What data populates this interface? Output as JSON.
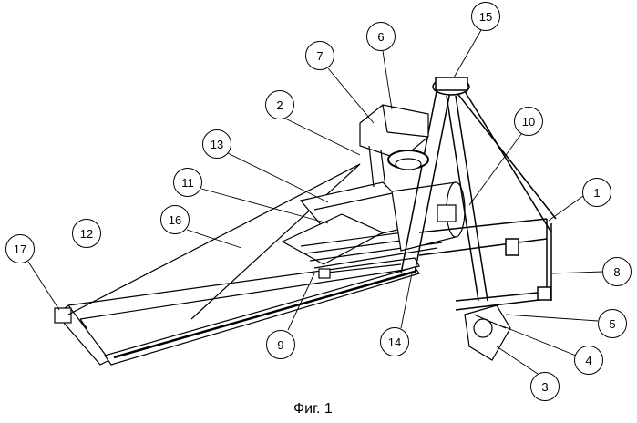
{
  "figure": {
    "caption": "Фиг. 1",
    "callouts": [
      {
        "id": "15",
        "label": "15"
      },
      {
        "id": "6",
        "label": "6"
      },
      {
        "id": "7",
        "label": "7"
      },
      {
        "id": "2",
        "label": "2"
      },
      {
        "id": "10",
        "label": "10"
      },
      {
        "id": "1",
        "label": "1"
      },
      {
        "id": "13",
        "label": "13"
      },
      {
        "id": "11",
        "label": "11"
      },
      {
        "id": "16",
        "label": "16"
      },
      {
        "id": "12",
        "label": "12"
      },
      {
        "id": "17",
        "label": "17"
      },
      {
        "id": "8",
        "label": "8"
      },
      {
        "id": "5",
        "label": "5"
      },
      {
        "id": "9",
        "label": "9"
      },
      {
        "id": "14",
        "label": "14"
      },
      {
        "id": "4",
        "label": "4"
      },
      {
        "id": "3",
        "label": "3"
      }
    ]
  }
}
